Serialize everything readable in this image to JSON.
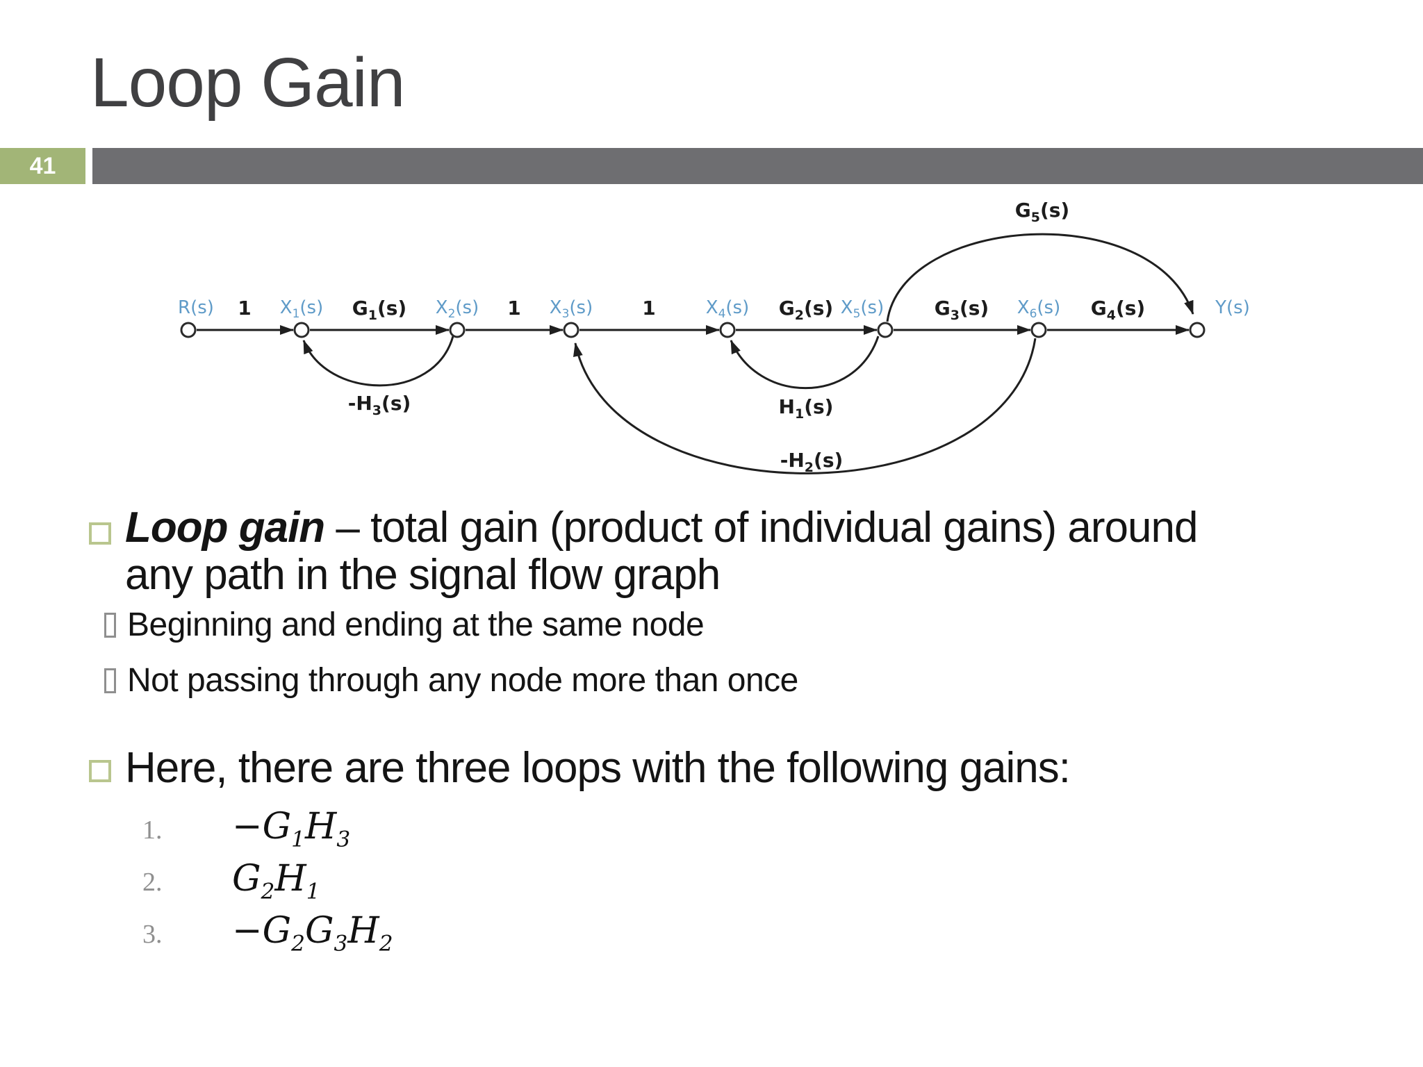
{
  "slide": {
    "title": "Loop Gain",
    "page_number": "41"
  },
  "colors": {
    "accent_green": "#a2b577",
    "header_bar_gray": "#6e6e71",
    "node_label_blue": "#5f9bc8",
    "bullet_square_green": "#b9c68e"
  },
  "diagram": {
    "node_labels": [
      {
        "pre": "R(s)"
      },
      {
        "pre": "X",
        "sub": "1",
        "post": "(s)"
      },
      {
        "pre": "X",
        "sub": "2",
        "post": "(s)"
      },
      {
        "pre": "X",
        "sub": "3",
        "post": "(s)"
      },
      {
        "pre": "X",
        "sub": "4",
        "post": "(s)"
      },
      {
        "pre": "X",
        "sub": "5",
        "post": "(s)"
      },
      {
        "pre": "X",
        "sub": "6",
        "post": "(s)"
      },
      {
        "pre": "Y(s)"
      }
    ],
    "branch_labels": [
      {
        "pre": "1"
      },
      {
        "pre": "G",
        "sub": "1",
        "post": "(s)"
      },
      {
        "pre": "1"
      },
      {
        "pre": "1"
      },
      {
        "pre": "G",
        "sub": "2",
        "post": "(s)"
      },
      {
        "pre": "G",
        "sub": "3",
        "post": "(s)"
      },
      {
        "pre": "G",
        "sub": "4",
        "post": "(s)"
      }
    ],
    "loop_labels": [
      {
        "pre": "-H",
        "sub": "3",
        "post": "(s)"
      },
      {
        "pre": "H",
        "sub": "1",
        "post": "(s)"
      },
      {
        "pre": "-H",
        "sub": "2",
        "post": "(s)"
      },
      {
        "pre": "G",
        "sub": "5",
        "post": "(s)"
      }
    ]
  },
  "content": {
    "bullet1": {
      "bold": "Loop gain",
      "line1_rest": " – total gain (product of individual gains) around",
      "line2": "any path in the signal flow graph"
    },
    "sub_bullets": [
      "Beginning and ending at the same node",
      "Not passing through any node more than once"
    ],
    "bullet2": "Here, there are three loops with the following gains:",
    "loop_gains": [
      {
        "num": "1.",
        "parts": {
          "t1": "−G",
          "s1": "1",
          "t2": "H",
          "s2": "3"
        }
      },
      {
        "num": "2.",
        "parts": {
          "t1": "G",
          "s1": "2",
          "t2": "H",
          "s2": "1"
        }
      },
      {
        "num": "3.",
        "parts": {
          "t1": "−G",
          "s1": "2",
          "t2": "G",
          "s2": "3",
          "t3": "H",
          "s3": "2"
        }
      }
    ]
  }
}
